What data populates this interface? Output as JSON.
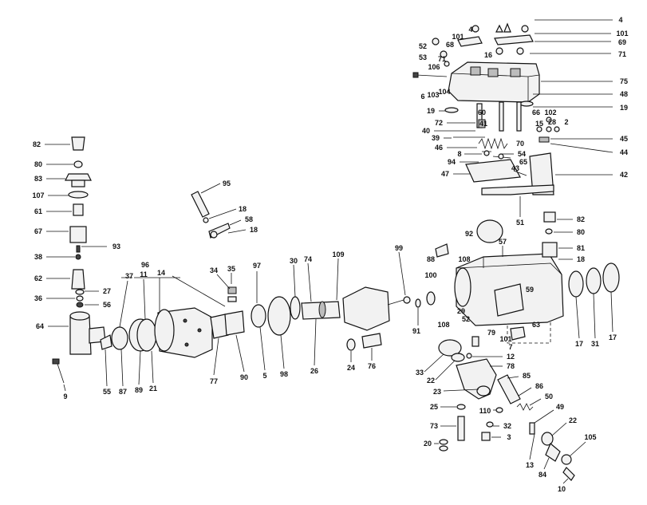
{
  "labels": {
    "l4a": "4",
    "l101a": "101",
    "l68": "68",
    "l52": "52",
    "l53": "53",
    "l106": "106",
    "l71a": "71",
    "l16": "16",
    "l4b": "4",
    "l101b": "101",
    "l69": "69",
    "l71b": "71",
    "l6": "6",
    "l103": "103",
    "l104": "104",
    "l75": "75",
    "l48": "48",
    "l19a": "19",
    "l60": "60",
    "l102": "102",
    "l19b": "19",
    "l72": "72",
    "l41": "41",
    "l66": "66",
    "l28": "28",
    "l2": "2",
    "l40": "40",
    "l15": "15",
    "l39": "39",
    "l70": "70",
    "l45": "45",
    "l46": "46",
    "l44": "44",
    "l8": "8",
    "l54": "54",
    "l94": "94",
    "l65": "65",
    "l43": "43",
    "l47": "47",
    "l42": "42",
    "l51": "51",
    "l82a": "82",
    "l80a": "80",
    "l83": "83",
    "l107": "107",
    "l61": "61",
    "l67": "67",
    "l93": "93",
    "l38": "38",
    "l62": "62",
    "l27": "27",
    "l36": "36",
    "l56": "56",
    "l64": "64",
    "l9": "9",
    "l95": "95",
    "l18a": "18",
    "l58": "58",
    "l18b": "18",
    "l96": "96",
    "l37": "37",
    "l11": "11",
    "l14": "14",
    "l34": "34",
    "l35": "35",
    "l97": "97",
    "l30": "30",
    "l74": "74",
    "l109": "109",
    "l99": "99",
    "l55": "55",
    "l87": "87",
    "l89": "89",
    "l21a": "21",
    "l77": "77",
    "l90": "90",
    "l5": "5",
    "l98": "98",
    "l26": "26",
    "l24": "24",
    "l76": "76",
    "l91": "91",
    "l92": "92",
    "l88": "88",
    "l108a": "108",
    "l57": "57",
    "l82b": "82",
    "l80b": "80",
    "l81": "81",
    "l18c": "18",
    "l100": "100",
    "l29": "29",
    "l52b": "52",
    "l59": "59",
    "l108b": "108",
    "l63": "63",
    "l79": "79",
    "l101c": "101",
    "l7": "7",
    "l12": "12",
    "l17a": "17",
    "l31": "31",
    "l17b": "17",
    "l33": "33",
    "l22a": "22",
    "l78": "78",
    "l23": "23",
    "l85": "85",
    "l86": "86",
    "l110": "110",
    "l50": "50",
    "l25": "25",
    "l49": "49",
    "l73": "73",
    "l32": "32",
    "l22b": "22",
    "l3": "3",
    "l105": "105",
    "l20": "20",
    "l13": "13",
    "l84": "84",
    "l10": "10"
  }
}
